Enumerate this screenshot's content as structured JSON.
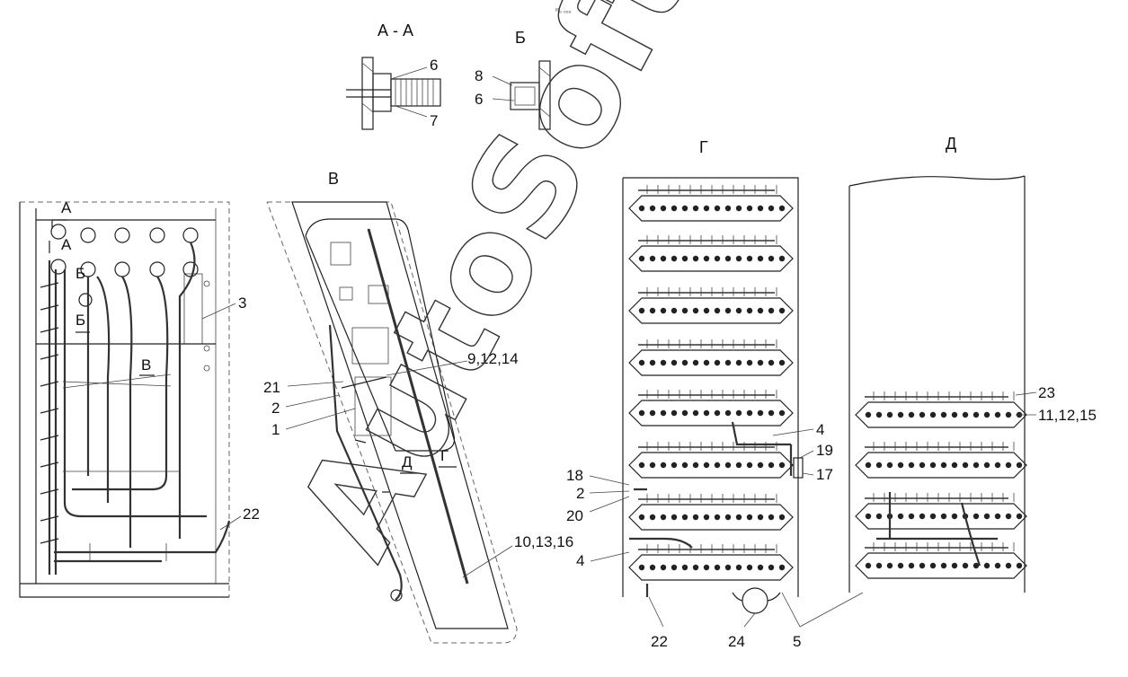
{
  "header": {
    "mark": "ᵐ₀ ₀₀₀"
  },
  "views": {
    "section_aa": "А - А",
    "view_b": "Б",
    "view_v": "В",
    "view_g": "Г",
    "view_d": "Д"
  },
  "watermark": "AutoSoft",
  "left_view": {
    "markers": [
      "А",
      "А",
      "Б",
      "Б",
      "В"
    ],
    "callouts": [
      "3",
      "22"
    ]
  },
  "section_aa_callouts": [
    "6",
    "7"
  ],
  "view_b_callouts": [
    "8",
    "6"
  ],
  "view_v_callouts": [
    "9,12,14",
    "21",
    "2",
    "1",
    "Д",
    "Г",
    "10,13,16"
  ],
  "view_g_callouts": [
    "4",
    "19",
    "17",
    "18",
    "2",
    "20",
    "4",
    "22",
    "24",
    "5"
  ],
  "view_d_callouts": [
    "23",
    "11,12,15"
  ]
}
